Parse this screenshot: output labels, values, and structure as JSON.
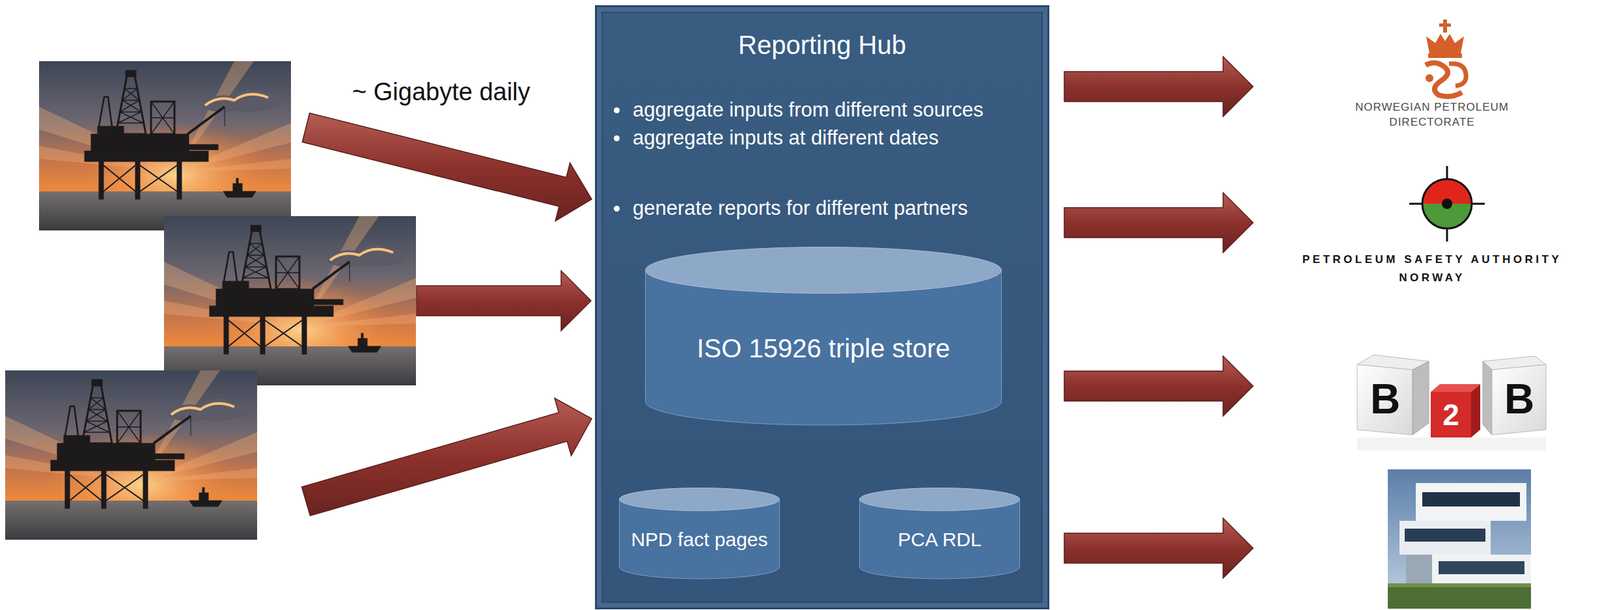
{
  "diagram": {
    "nodes": [
      {
        "text": [
          "Reporting Hub",
          "aggregate inputs from different sources",
          "aggregate inputs at different dates",
          "generate reports for different partners"
        ]
      },
      {
        "text": [
          "ISO 15926 triple store"
        ],
        "in": 0
      },
      {
        "text": [
          "NPD fact pages"
        ],
        "in": 0
      },
      {
        "text": [
          "PCA RDL"
        ],
        "in": 0
      },
      {
        "text": [
          "NORWEGIAN PETROLEUM DIRECTORATE"
        ]
      },
      {
        "text": [
          "PETROLEUM SAFETY AUTHORITY NORWAY"
        ]
      }
    ],
    "edges": [
      {
        "from": 0,
        "to": 4,
        "arrow": "to"
      },
      {
        "from": 0,
        "to": 5,
        "arrow": "to"
      }
    ],
    "labels": [
      "~ Gigabyte daily",
      "B",
      "2",
      "B"
    ]
  }
}
